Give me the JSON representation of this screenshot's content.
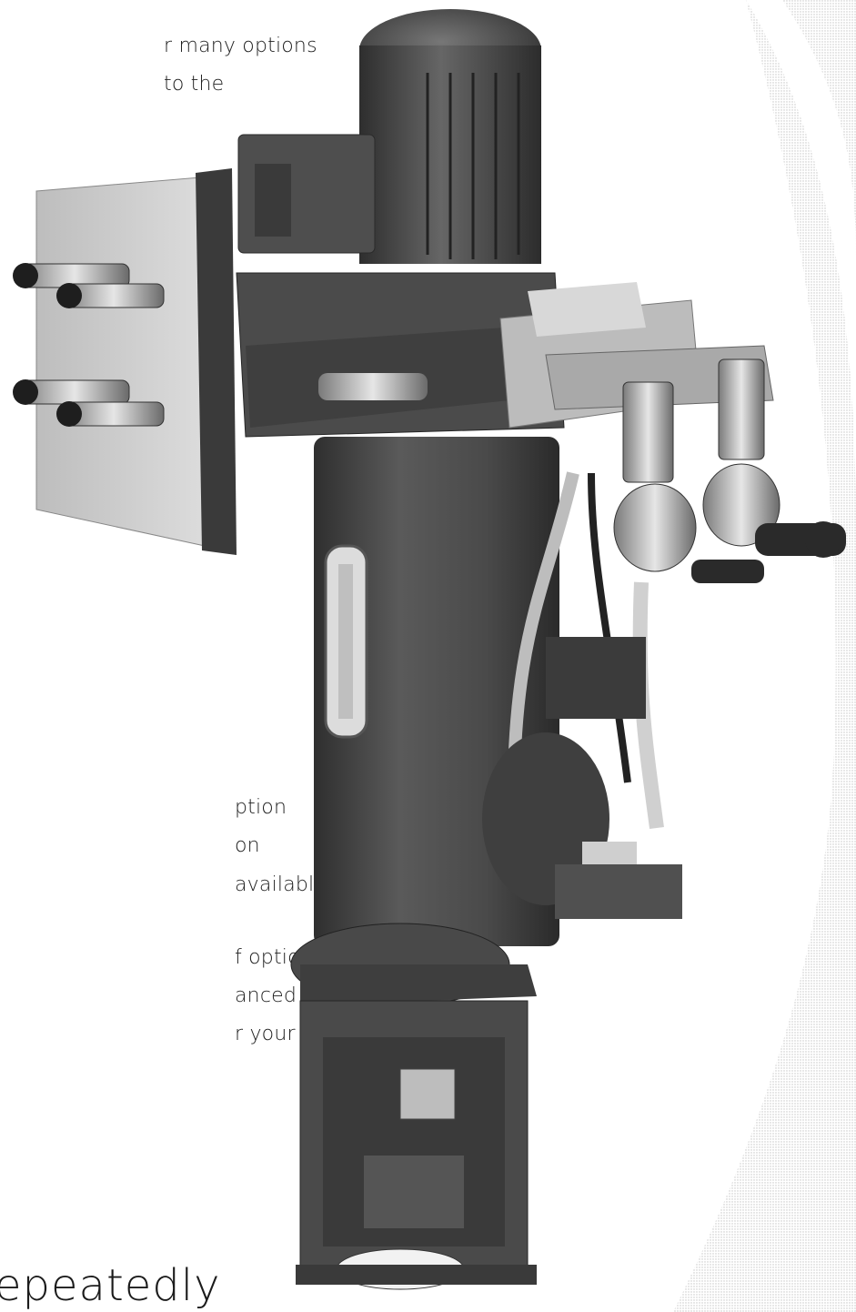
{
  "text_block_top": {
    "line1": "r many options",
    "line2": "to the"
  },
  "text_block_middle": {
    "line1": "ption",
    "line2": "on",
    "line3": "available",
    "line4": "f options we",
    "line5": "anced",
    "line6": "r your"
  },
  "heading_fragment": "epeatedly",
  "colors": {
    "machine_body": "#4a4a4a",
    "machine_dark": "#2e2e2e",
    "machine_light": "#8a8a8a",
    "steel": "#c9c9c9",
    "background_swoosh": "#e9e9e9"
  },
  "product_image": {
    "icon": "pump-machine-icon"
  }
}
